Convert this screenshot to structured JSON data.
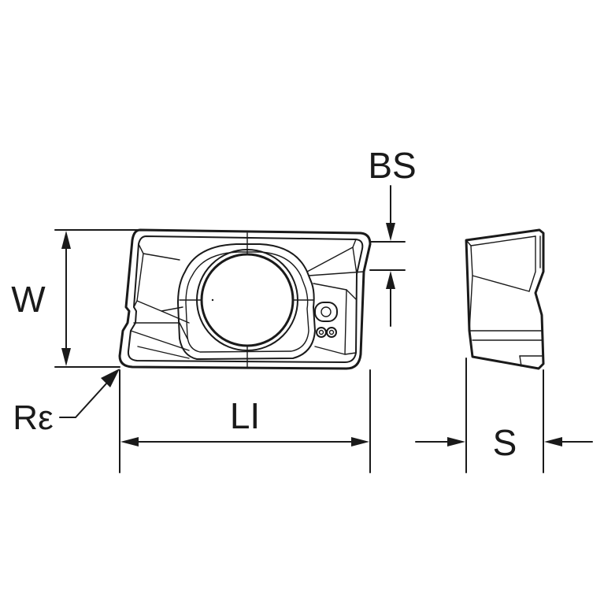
{
  "labels": {
    "bs": "BS",
    "w": "W",
    "r_epsilon": "Rε",
    "li": "LI",
    "s": "S"
  },
  "colors": {
    "ink": "#1a1a1a",
    "background": "#ffffff"
  }
}
